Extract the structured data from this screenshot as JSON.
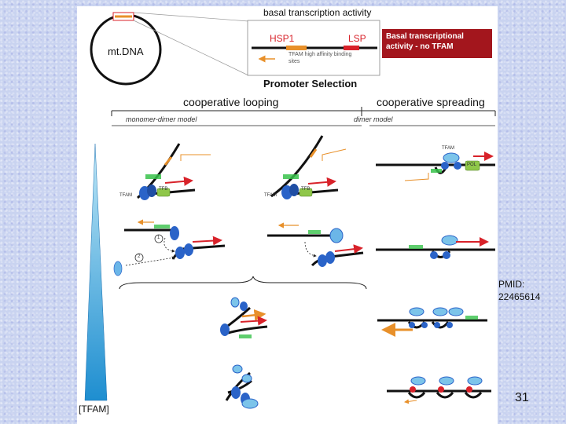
{
  "slide": {
    "top_label": "basal transcription activity",
    "mtdna_label": "mt.DNA",
    "hsp_label": "HSP1",
    "lsp_label": "LSP",
    "tfam_sites_label": "TFAM high affinity binding sites",
    "basal_box_text": "Basal transcriptional activity - no TFAM",
    "promoter_title": "Promoter Selection",
    "cooperative_looping": "cooperative looping",
    "cooperative_spreading": "cooperative spreading",
    "monomer_dimer_model": "monomer-dimer model",
    "dimer_model": "dimer model",
    "tfam_label": "TFAM",
    "tfb_label": "TFB",
    "polrmt_label": "POL",
    "step1": "1",
    "step2": "2",
    "tfam_axis_label": "[TFAM]",
    "pmid": "PMID: 22465614",
    "page_number": "31"
  },
  "colors": {
    "basal_box": "#a3161d",
    "promoter_red": "#d8222a",
    "arrow_orange": "#e8902a",
    "tfam_blue": "#2a63c8",
    "tfam_light": "#7cc4ea",
    "green_site": "#37c24a",
    "tfb_green": "#8fc74a"
  }
}
